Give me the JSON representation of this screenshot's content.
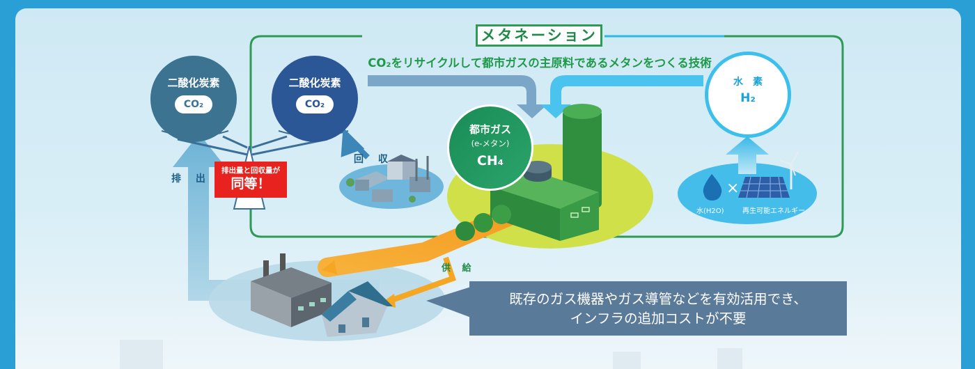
{
  "diagram": {
    "title": "メタネーション",
    "subtitle": "CO₂をリサイクルして都市ガスの主原料であるメタンをつくる技術",
    "co2_emitted": {
      "label": "二酸化炭素",
      "formula": "CO₂"
    },
    "co2_captured": {
      "label": "二酸化炭素",
      "formula": "CO₂"
    },
    "balance_badge": {
      "line1": "排出量と回収量が",
      "line2": "同等！"
    },
    "emission_label": "排 出",
    "capture_label": "回 収",
    "city_gas": {
      "label": "都市ガス",
      "sub": "(e-メタン)",
      "formula": "CH₄"
    },
    "hydrogen": {
      "label": "水　素",
      "formula": "H₂"
    },
    "water_label": "水(H2O)",
    "times_symbol": "×",
    "renewable_label": "再生可能エネルギー",
    "supply_label": "供 給",
    "callout": {
      "line1": "既存のガス機器やガス導管などを有効活用でき、",
      "line2": "インフラの追加コストが不要"
    },
    "colors": {
      "green": "#2e9a55",
      "blue_loop": "#2ab8e6",
      "badge_red": "#e8231f",
      "callout": "#5a7a99"
    }
  }
}
